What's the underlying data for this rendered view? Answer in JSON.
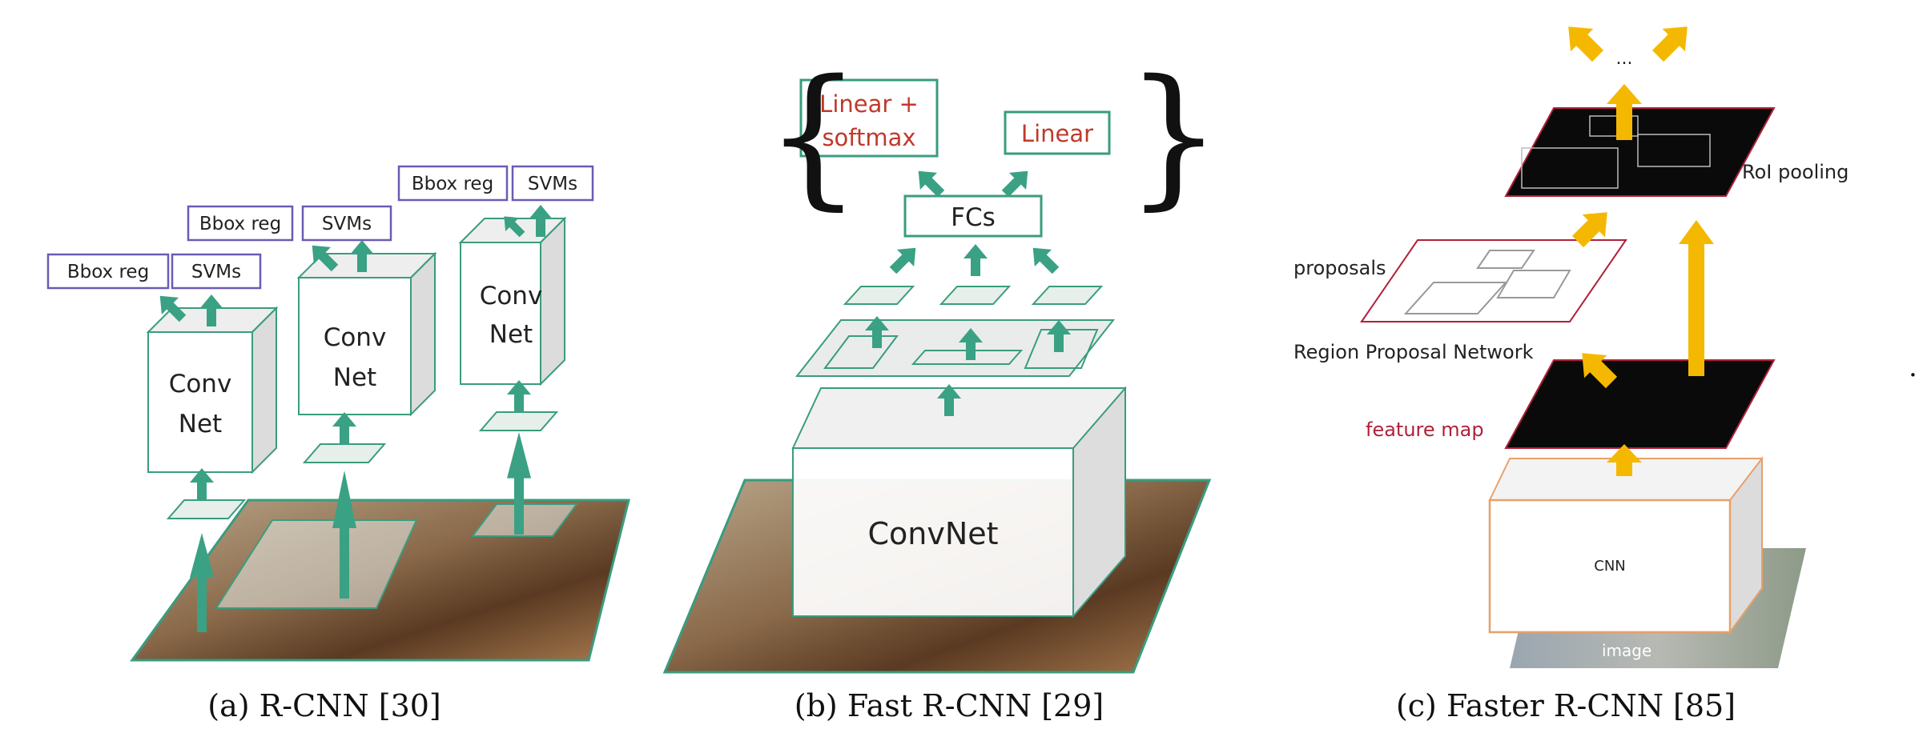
{
  "panels": [
    {
      "caption": "(a) R-CNN [30]",
      "nets": [
        {
          "line1": "Conv",
          "line2": "Net",
          "bbox": "Bbox reg",
          "svm": "SVMs"
        },
        {
          "line1": "Conv",
          "line2": "Net",
          "bbox": "Bbox reg",
          "svm": "SVMs"
        },
        {
          "line1": "Conv",
          "line2": "Net",
          "bbox": "Bbox reg",
          "svm": "SVMs"
        }
      ]
    },
    {
      "caption": "(b) Fast R-CNN [29]",
      "convnet": "ConvNet",
      "fcs": "FCs",
      "head_left_line1": "Linear +",
      "head_left_line2": "softmax",
      "head_right": "Linear"
    },
    {
      "caption": "(c) Faster R-CNN [85]",
      "ellipsis": "...",
      "roi_pooling": "RoI pooling",
      "proposals": "proposals",
      "rpn": "Region Proposal Network",
      "feature_map": "feature map",
      "cnn": "CNN",
      "image": "image"
    }
  ],
  "trailing_dot": ".",
  "colors": {
    "green": "#3a9c7f",
    "green_arrow": "#3aa184",
    "purple": "#6a5bb5",
    "red": "#c0392b",
    "orange_box": "#e8a06a",
    "yellow_arrow": "#f5b800",
    "crimson": "#b0213a"
  }
}
